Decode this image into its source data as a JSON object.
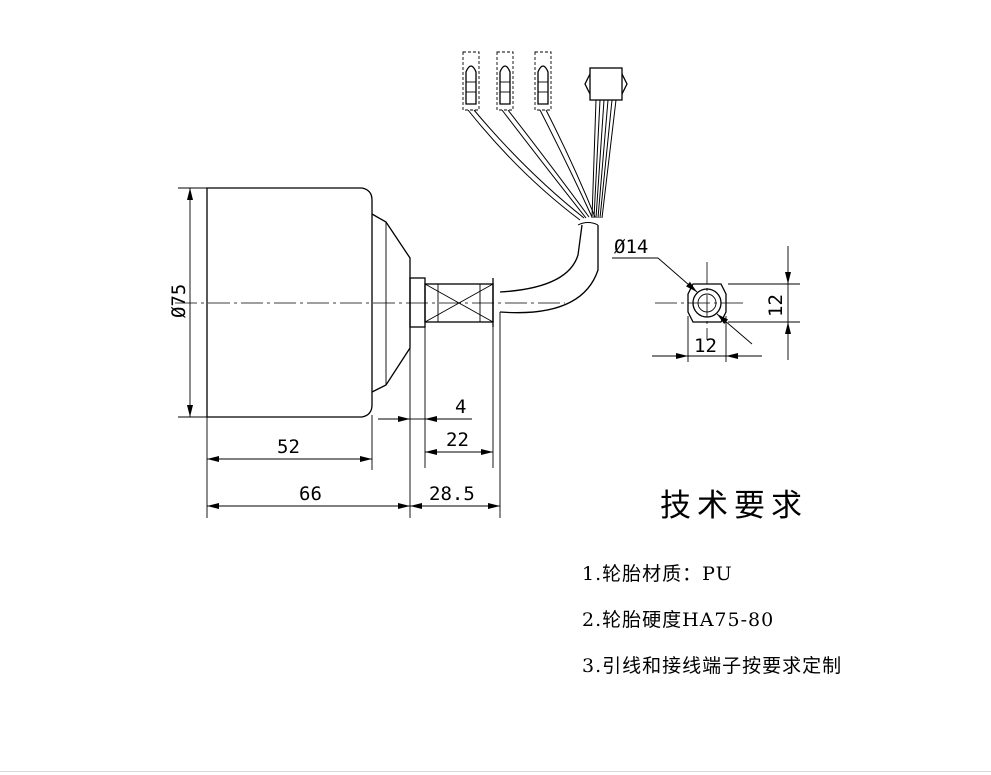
{
  "dimensions": {
    "body_diameter": "Ø75",
    "body_length": "52",
    "overall_length": "66",
    "shaft_length": "28.5",
    "flange_thickness": "4",
    "shaft_flat_length": "22",
    "shaft_diameter": "Ø14",
    "shaft_width": "12",
    "shaft_height": "12"
  },
  "tech_requirements": {
    "title": "技术要求",
    "items": [
      "1.轮胎材质：PU",
      "2.轮胎硬度HA75-80",
      "3.引线和接线端子按要求定制"
    ]
  }
}
